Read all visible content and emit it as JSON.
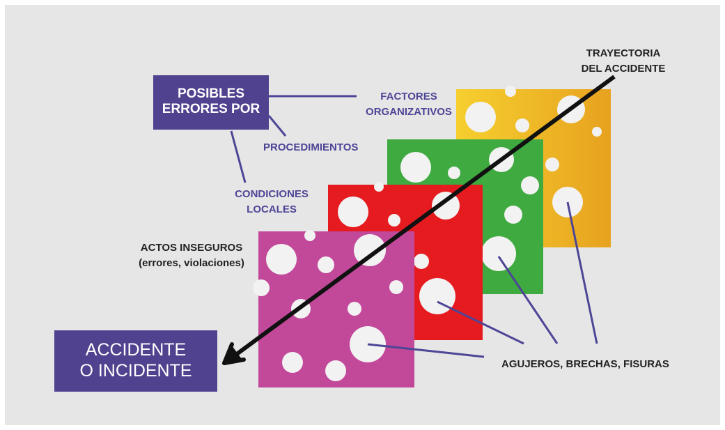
{
  "colors": {
    "background": "#e6e6e6",
    "box": "#51428f",
    "label_purple": "#4d4596",
    "label_dark": "#222222",
    "slice_organizational": "#f0b326",
    "slice_procedures": "#3eaa3f",
    "slice_local": "#e51b20",
    "slice_unsafe_acts": "#c2489a"
  },
  "boxes": {
    "errors": [
      "POSIBLES",
      "ERRORES POR"
    ],
    "accident": [
      "ACCIDENTE",
      "O INCIDENTE"
    ]
  },
  "labels": {
    "organizational": [
      "FACTORES",
      "ORGANIZATIVOS"
    ],
    "procedures": "PROCEDIMIENTOS",
    "local_conditions": [
      "CONDICIONES",
      "LOCALES"
    ],
    "unsafe_acts": [
      "ACTOS INSEGUROS",
      "(errores, violaciones)"
    ],
    "trajectory": [
      "TRAYECTORIA",
      "DEL ACCIDENTE"
    ],
    "holes": "AGUJEROS, BRECHAS, FISURAS"
  }
}
